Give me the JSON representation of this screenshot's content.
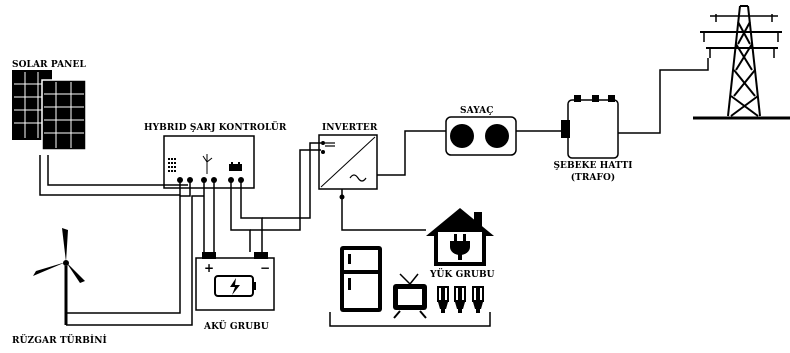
{
  "labels": {
    "solar_panel": "SOLAR PANEL",
    "hybrid_controller": "HYBRID ŞARJ KONTROLÜR",
    "inverter": "INVERTER",
    "meter": "SAYAÇ",
    "grid_line_1": "ŞEBEKE HATTI",
    "grid_line_2": "(TRAFO)",
    "load_group": "YÜK GRUBU",
    "battery_group": "AKÜ GRUBU",
    "wind_turbine": "RÜZGAR TÜRBİNİ"
  },
  "colors": {
    "line": "#000000",
    "background": "#ffffff"
  }
}
